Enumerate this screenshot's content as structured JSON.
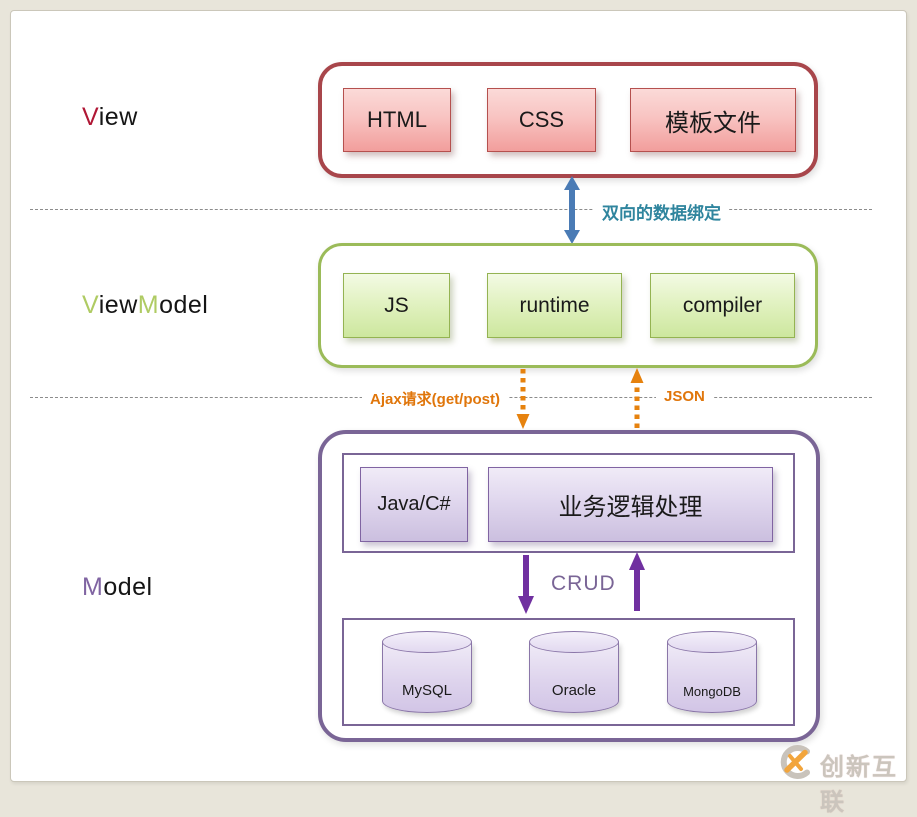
{
  "colors": {
    "page_background": "#E8E5DA",
    "panel_background": "#FFFFFF",
    "view_accent": "#B01735",
    "view_container_border": "#A8464B",
    "pink_node_border": "#B5504E",
    "viewmodel_accent": "#AFCB63",
    "green_container_border": "#9BBB59",
    "model_accent": "#8064A2",
    "purple_container_border": "#7A6596",
    "blue_arrow": "#4A7BB5",
    "orange_arrow": "#E6820E",
    "teal_label": "#2F859E",
    "orange_label": "#E0760B",
    "crud_arrow": "#7030A0"
  },
  "view": {
    "label": {
      "accent": "V",
      "rest": "iew"
    },
    "boxes": [
      {
        "label": "HTML"
      },
      {
        "label": "CSS"
      },
      {
        "label": "模板文件"
      }
    ]
  },
  "viewmodel": {
    "label": {
      "p1": "V",
      "p2": "iew",
      "p3": "M",
      "p4": "odel"
    },
    "boxes": [
      {
        "label": "JS"
      },
      {
        "label": "runtime"
      },
      {
        "label": "compiler"
      }
    ]
  },
  "model": {
    "label": {
      "accent": "M",
      "rest": "odel"
    },
    "logic_boxes": [
      {
        "label": "Java/C#"
      },
      {
        "label": "业务逻辑处理"
      }
    ],
    "crud_label": "CRUD",
    "databases": [
      {
        "label": "MySQL"
      },
      {
        "label": "Oracle"
      },
      {
        "label": "MongoDB"
      }
    ]
  },
  "connections": {
    "binding_label": "双向的数据绑定",
    "ajax_label": "Ajax请求(get/post)",
    "json_label": "JSON"
  },
  "watermark": {
    "text": "创新互联"
  }
}
